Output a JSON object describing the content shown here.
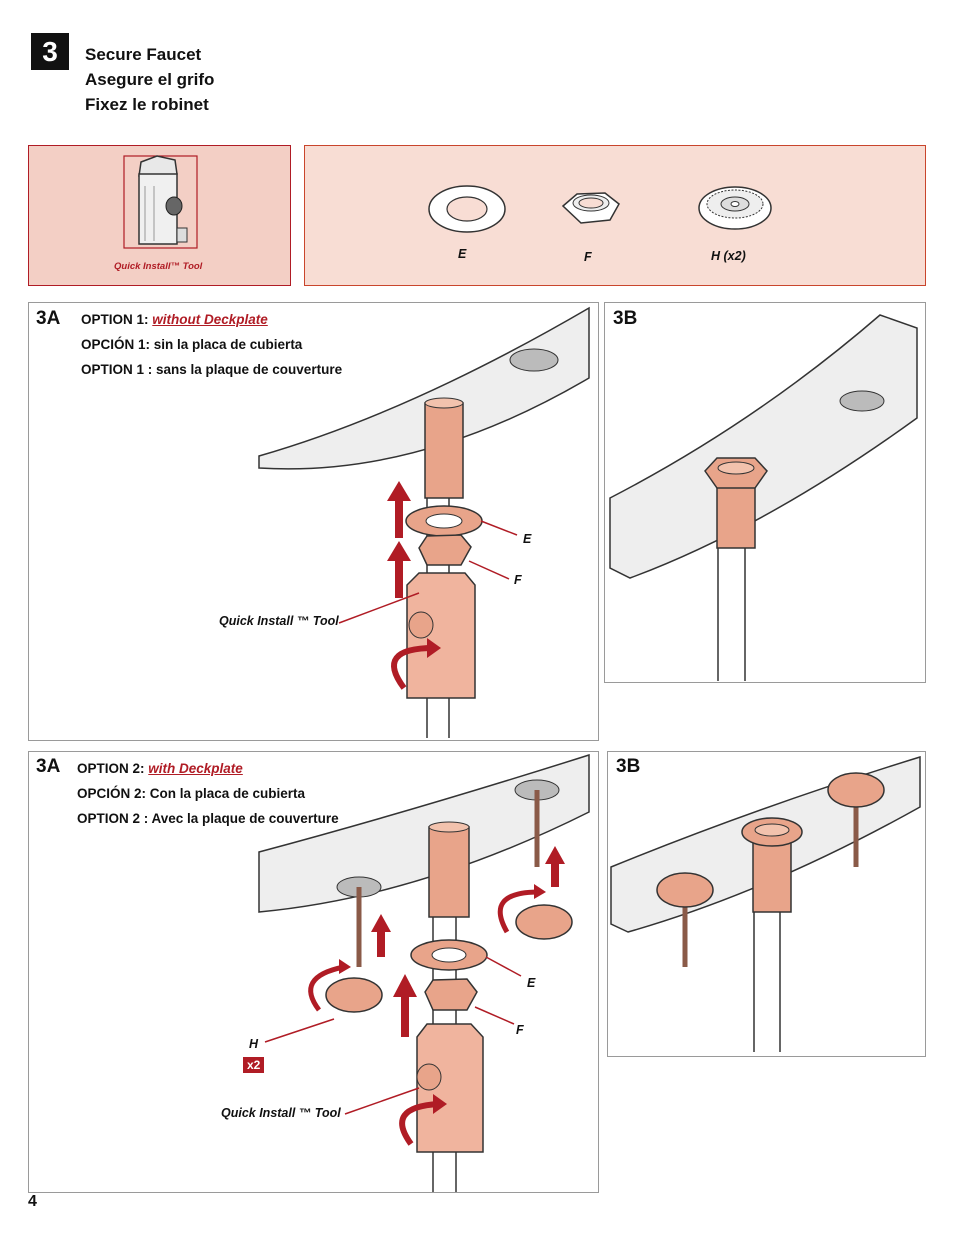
{
  "step": {
    "number": "3",
    "titles": [
      "Secure Faucet",
      "Asegure el grifo",
      "Fixez le robinet"
    ]
  },
  "tool_box": {
    "caption": "Quick Install™ Tool"
  },
  "parts": [
    {
      "label": "E"
    },
    {
      "label": "F"
    },
    {
      "label": "H (x2)"
    }
  ],
  "option1": {
    "panel_label": "3A",
    "line1_prefix": "OPTION 1:",
    "line1_emph": "without Deckplate",
    "line2": "OPCIÓN 1:  sin la placa de cubierta",
    "line3": "OPTION 1 : sans la plaque de couverture",
    "callouts": {
      "e": "E",
      "f": "F",
      "tool": "Quick Install ™ Tool"
    },
    "result_label": "3B"
  },
  "option2": {
    "panel_label": "3A",
    "line1_prefix": "OPTION 2:",
    "line1_emph": "with Deckplate",
    "line2": "OPCIÓN 2:  Con la placa de cubierta",
    "line3": "OPTION 2 :  Avec la plaque de couverture",
    "callouts": {
      "h": "H",
      "h_qty": "x2",
      "e": "E",
      "f": "F",
      "tool": "Quick Install ™ Tool"
    },
    "result_label": "3B"
  },
  "page_number": "4",
  "colors": {
    "accent_red": "#b01c25",
    "copper": "#e8a48a",
    "box_fill": "#f8ddd4"
  }
}
